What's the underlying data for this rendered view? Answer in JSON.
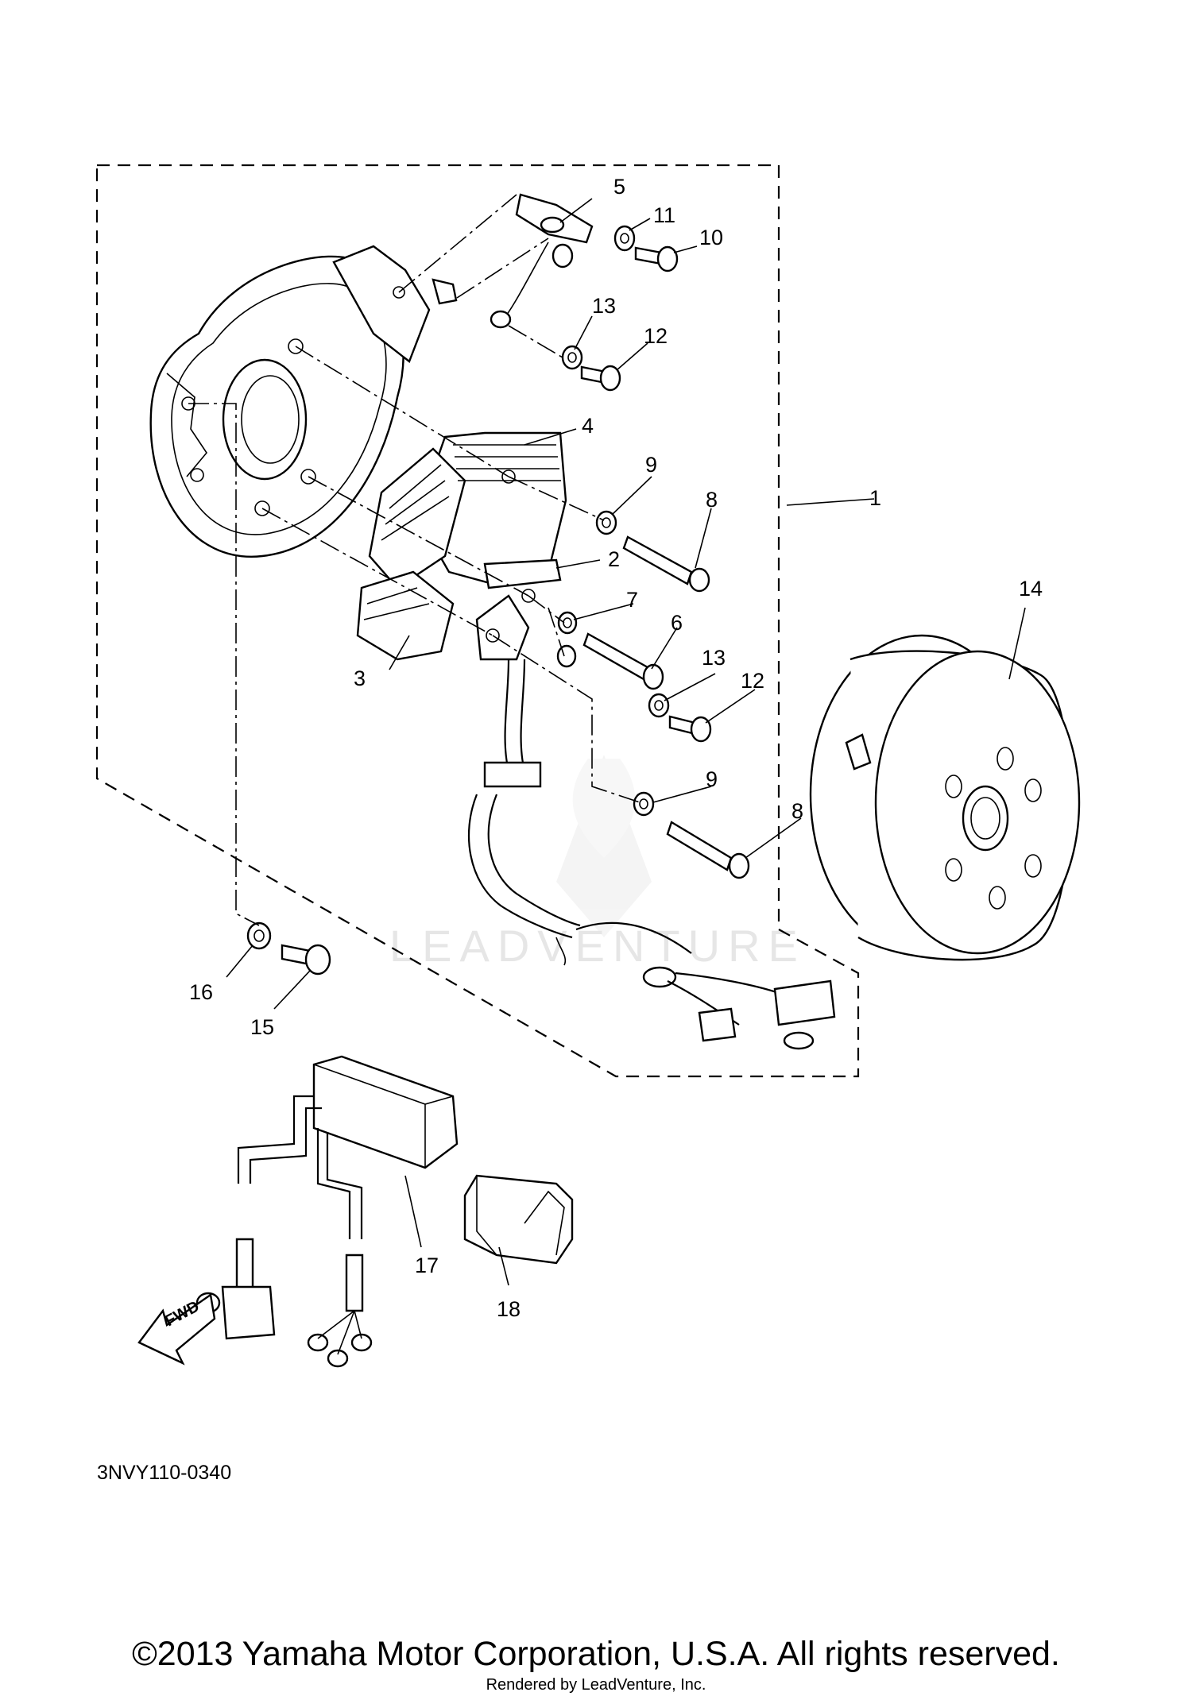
{
  "diagram_code": "3NVY110-0340",
  "fwd_label": "FWD",
  "watermark": "LEADVENTURE",
  "copyright": "©2013 Yamaha Motor Corporation, U.S.A. All rights reserved.",
  "rendered_by": "Rendered by LeadVenture, Inc.",
  "callouts": {
    "c1": "1",
    "c2": "2",
    "c3": "3",
    "c4": "4",
    "c5": "5",
    "c6": "6",
    "c7": "7",
    "c8a": "8",
    "c8b": "8",
    "c9a": "9",
    "c9b": "9",
    "c10": "10",
    "c11": "11",
    "c12a": "12",
    "c12b": "12",
    "c13a": "13",
    "c13b": "13",
    "c14": "14",
    "c15": "15",
    "c16": "16",
    "c17": "17",
    "c18": "18"
  }
}
